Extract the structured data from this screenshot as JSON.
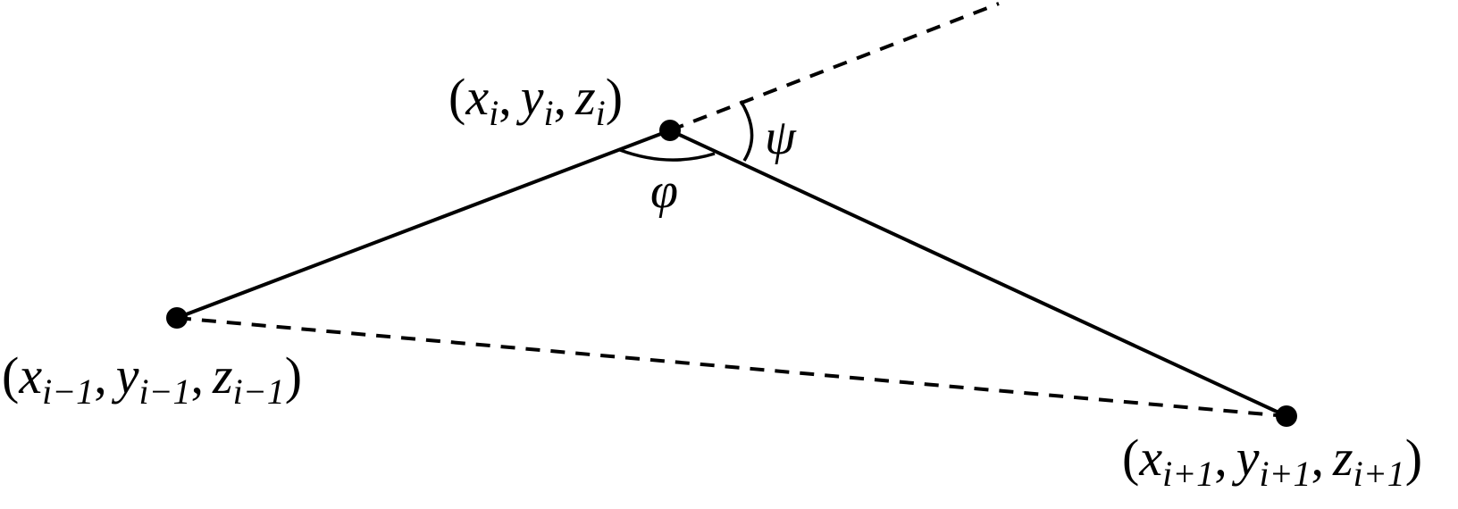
{
  "points": {
    "prev": {
      "var_x": "x",
      "var_y": "y",
      "var_z": "z",
      "sub": "i−1"
    },
    "current": {
      "var_x": "x",
      "var_y": "y",
      "var_z": "z",
      "sub": "i"
    },
    "next": {
      "var_x": "x",
      "var_y": "y",
      "var_z": "z",
      "sub": "i+1"
    }
  },
  "punct": {
    "open": "(",
    "close": ")",
    "sep": ","
  },
  "angles": {
    "interior": "φ",
    "deflection": "ψ"
  },
  "colors": {
    "stroke": "#000000",
    "background": "#ffffff"
  }
}
